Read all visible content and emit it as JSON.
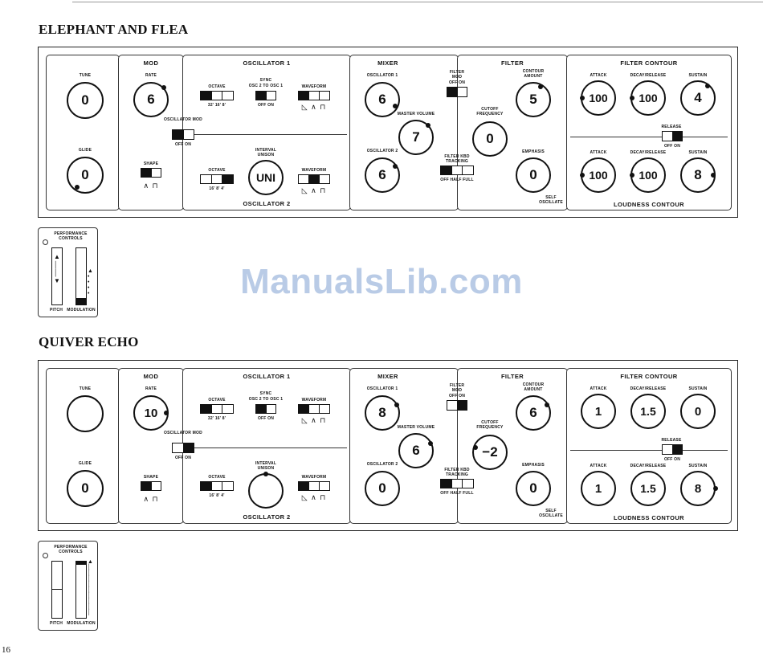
{
  "page_number": "16",
  "watermark": "ManualsLib.com",
  "patches": [
    {
      "title": "ELEPHANT AND FLEA",
      "sections": {
        "mod": "MOD",
        "oscillator1": "OSCILLATOR 1",
        "mixer": "MIXER",
        "filter": "FILTER",
        "filter_contour": "FILTER CONTOUR",
        "oscillator2": "OSCILLATOR 2",
        "loudness_contour": "LOUDNESS CONTOUR"
      },
      "labels": {
        "tune": "TUNE",
        "glide": "GLIDE",
        "rate": "RATE",
        "osc_mod": "OSCILLATOR MOD",
        "off_on": "OFF   ON",
        "shape": "SHAPE",
        "octave": "OCTAVE",
        "octave1_ticks": "32'  16'  8'",
        "octave2_ticks": "16'  8'  4'",
        "sync": "SYNC",
        "sync_sub": "OSC 2 TO OSC 1",
        "waveform": "WAVEFORM",
        "interval": "INTERVAL",
        "unison": "UNISON",
        "osc1_mix": "OSCILLATOR 1",
        "osc2_mix": "OSCILLATOR 2",
        "master_volume": "MASTER VOLUME",
        "filter_mod": "FILTER MOD",
        "filter_kbd": "FILTER KBD TRACKING",
        "off_half_full": "OFF  HALF  FULL",
        "contour_amount": "CONTOUR AMOUNT",
        "cutoff": "CUTOFF FREQUENCY",
        "emphasis": "EMPHASIS",
        "self_osc": "SELF OSCILLATE",
        "attack": "ATTACK",
        "decay_release": "DECAY/RELEASE",
        "sustain": "SUSTAIN",
        "release": "RELEASE"
      },
      "knobs": {
        "tune": "0",
        "glide": "0",
        "rate": "6",
        "interval": "UNI",
        "osc1_level": "6",
        "osc2_level": "6",
        "master_volume": "7",
        "contour_amount": "5",
        "cutoff": "0",
        "emphasis": "0",
        "fc_attack": "100",
        "fc_decay": "100",
        "fc_sustain": "4",
        "lc_attack": "100",
        "lc_decay": "100",
        "lc_sustain": "8"
      },
      "performance": {
        "title": "PERFORMANCE CONTROLS",
        "pitch": "PITCH",
        "modulation": "MODULATION"
      }
    },
    {
      "title": "QUIVER ECHO",
      "sections": {
        "mod": "MOD",
        "oscillator1": "OSCILLATOR 1",
        "mixer": "MIXER",
        "filter": "FILTER",
        "filter_contour": "FILTER CONTOUR",
        "oscillator2": "OSCILLATOR 2",
        "loudness_contour": "LOUDNESS CONTOUR"
      },
      "labels": {
        "tune": "TUNE",
        "glide": "GLIDE",
        "rate": "RATE",
        "osc_mod": "OSCILLATOR MOD",
        "off_on": "OFF   ON",
        "shape": "SHAPE",
        "octave": "OCTAVE",
        "octave1_ticks": "32'  16'  8'",
        "octave2_ticks": "16'  8'  4'",
        "sync": "SYNC",
        "sync_sub": "OSC 2 TO OSC 1",
        "waveform": "WAVEFORM",
        "interval": "INTERVAL",
        "unison": "UNISON",
        "osc1_mix": "OSCILLATOR 1",
        "osc2_mix": "OSCILLATOR 2",
        "master_volume": "MASTER VOLUME",
        "filter_mod": "FILTER MOD",
        "filter_kbd": "FILTER KBD TRACKING",
        "off_half_full": "OFF  HALF  FULL",
        "contour_amount": "CONTOUR AMOUNT",
        "cutoff": "CUTOFF FREQUENCY",
        "emphasis": "EMPHASIS",
        "self_osc": "SELF OSCILLATE",
        "attack": "ATTACK",
        "decay_release": "DECAY/RELEASE",
        "sustain": "SUSTAIN",
        "release": "RELEASE"
      },
      "knobs": {
        "tune": "",
        "glide": "0",
        "rate": "10",
        "interval": "",
        "osc1_level": "8",
        "osc2_level": "0",
        "master_volume": "6",
        "contour_amount": "6",
        "cutoff": "−2",
        "emphasis": "0",
        "fc_attack": "1",
        "fc_decay": "1.5",
        "fc_sustain": "0",
        "lc_attack": "1",
        "lc_decay": "1.5",
        "lc_sustain": "8"
      },
      "performance": {
        "title": "PERFORMANCE CONTROLS",
        "pitch": "PITCH",
        "modulation": "MODULATION"
      }
    }
  ]
}
